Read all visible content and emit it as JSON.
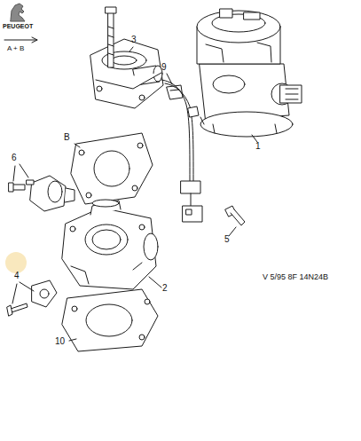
{
  "diagram": {
    "labels": [
      "PEUGEOT",
      "A + B",
      "3",
      "9",
      "1",
      "B",
      "6",
      "5",
      "2",
      "4",
      "V 5/95 8F 14N24B",
      "10"
    ]
  }
}
